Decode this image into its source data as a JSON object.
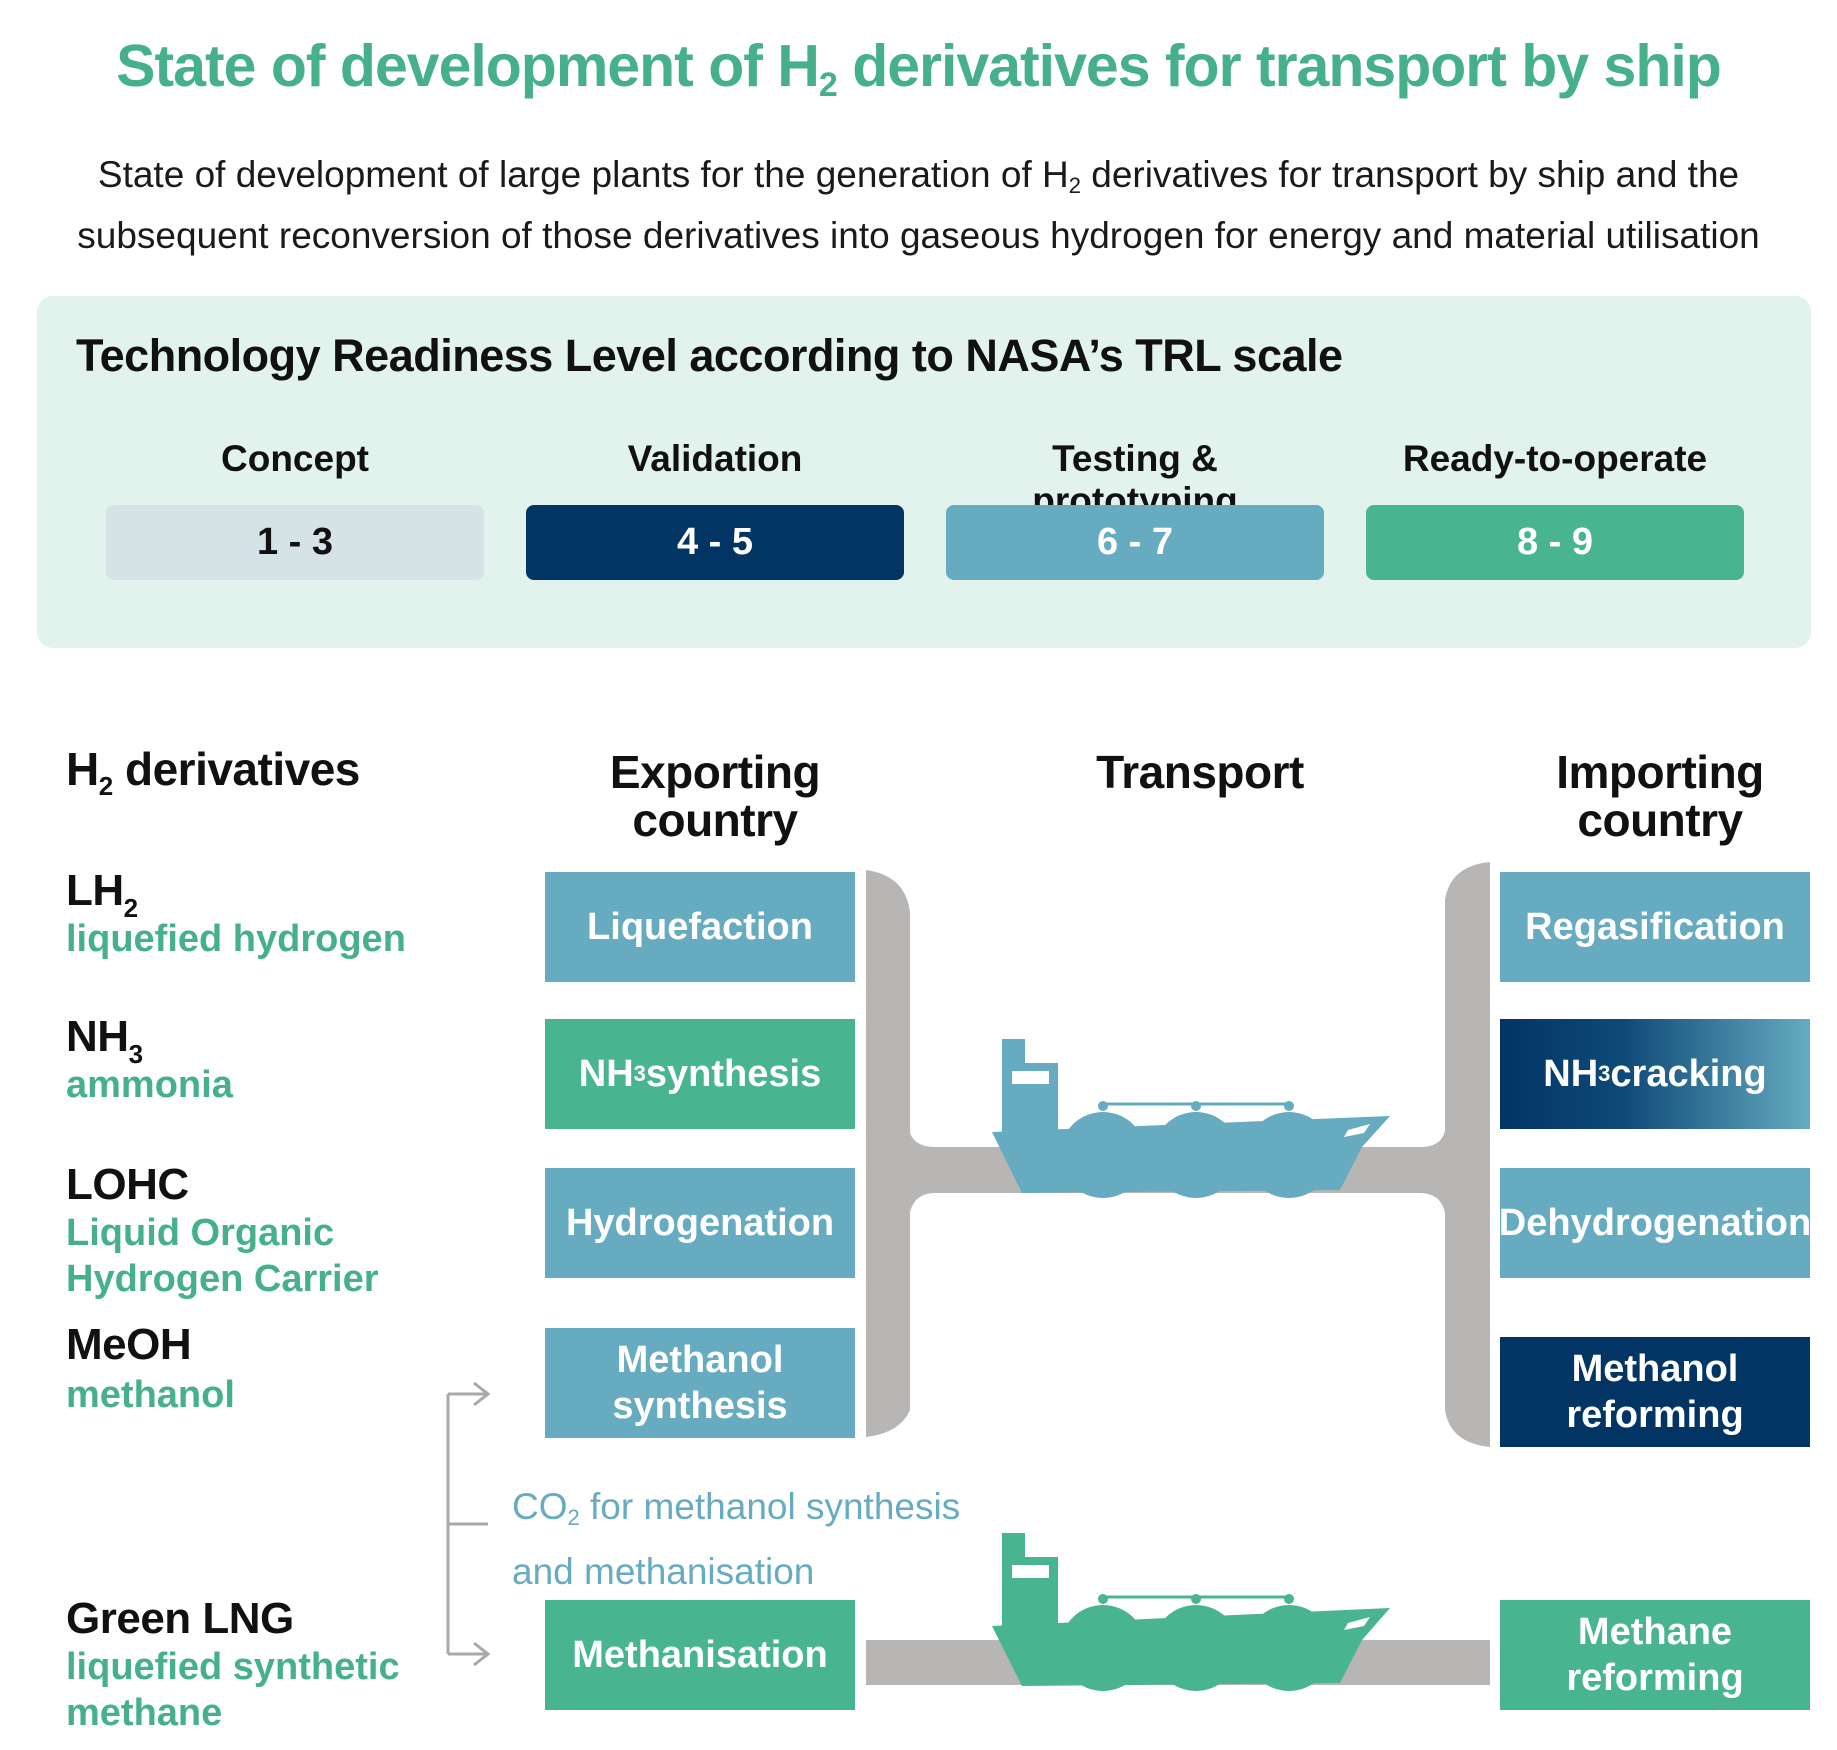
{
  "title": {
    "pre": "State of development of H",
    "sub": "2",
    "post": " derivatives for transport by ship"
  },
  "subtitle": {
    "line1_pre": "State of development of large plants for the generation of H",
    "line1_sub": "2",
    "line1_post": " derivatives for transport by ship and the",
    "line2": "subsequent reconversion of those derivatives into gaseous hydrogen for energy and material utilisation"
  },
  "trl": {
    "heading": "Technology Readiness Level according to NASA’s TRL scale",
    "levels": [
      {
        "label": "Concept",
        "range": "1 - 3",
        "color": "#d5e3e6"
      },
      {
        "label": "Validation",
        "range": "4 - 5",
        "color": "#023464"
      },
      {
        "label": "Testing & prototyping",
        "range": "6 - 7",
        "color": "#66abc0"
      },
      {
        "label": "Ready-to-operate",
        "range": "8 - 9",
        "color": "#48b490"
      }
    ]
  },
  "columns": {
    "derivatives_pre": "H",
    "derivatives_sub": "2",
    "derivatives_post": " derivatives",
    "exporting_line1": "Exporting",
    "exporting_line2": "country",
    "transport": "Transport",
    "importing_line1": "Importing",
    "importing_line2": "country"
  },
  "derivatives": [
    {
      "code_pre": "LH",
      "code_sub": "2",
      "name_line1": "liquefied hydrogen",
      "name_line2": ""
    },
    {
      "code_pre": "NH",
      "code_sub": "3",
      "name_line1": "ammonia",
      "name_line2": ""
    },
    {
      "code_pre": "LOHC",
      "code_sub": "",
      "name_line1": "Liquid Organic",
      "name_line2": "Hydrogen Carrier"
    },
    {
      "code_pre": "MeOH",
      "code_sub": "",
      "name_line1": "methanol",
      "name_line2": ""
    },
    {
      "code_pre": "Green LNG",
      "code_sub": "",
      "name_line1": "liquefied synthetic",
      "name_line2": "methane"
    }
  ],
  "export_processes": {
    "liquefaction": "Liquefaction",
    "nh3_pre": "NH",
    "nh3_sub": "3",
    "nh3_post": " synthesis",
    "hydrogenation": "Hydrogenation",
    "methanol_line1": "Methanol",
    "methanol_line2": "synthesis",
    "methanisation": "Methanisation"
  },
  "import_processes": {
    "regasification": "Regasification",
    "nh3_pre": "NH",
    "nh3_sub": "3",
    "nh3_post": " cracking",
    "dehydrogenation": "Dehydrogenation",
    "methanol_line1": "Methanol",
    "methanol_line2": "reforming",
    "methane_line1": "Methane",
    "methane_line2": "reforming"
  },
  "co2_note": {
    "line1_pre": "CO",
    "line1_sub": "2",
    "line1_post": " for methanol synthesis",
    "line2": "and methanisation"
  },
  "colors": {
    "title_green": "#46b08e",
    "trl_panel": "#e2f2ec",
    "light_blue": "#66abc0",
    "green": "#48b490",
    "navy": "#023464",
    "pipe_grey": "#b8b5b5",
    "ship_blue": "#66abc0",
    "ship_green": "#48b490"
  },
  "icons": [
    "ship-icon",
    "arrow-icon"
  ]
}
